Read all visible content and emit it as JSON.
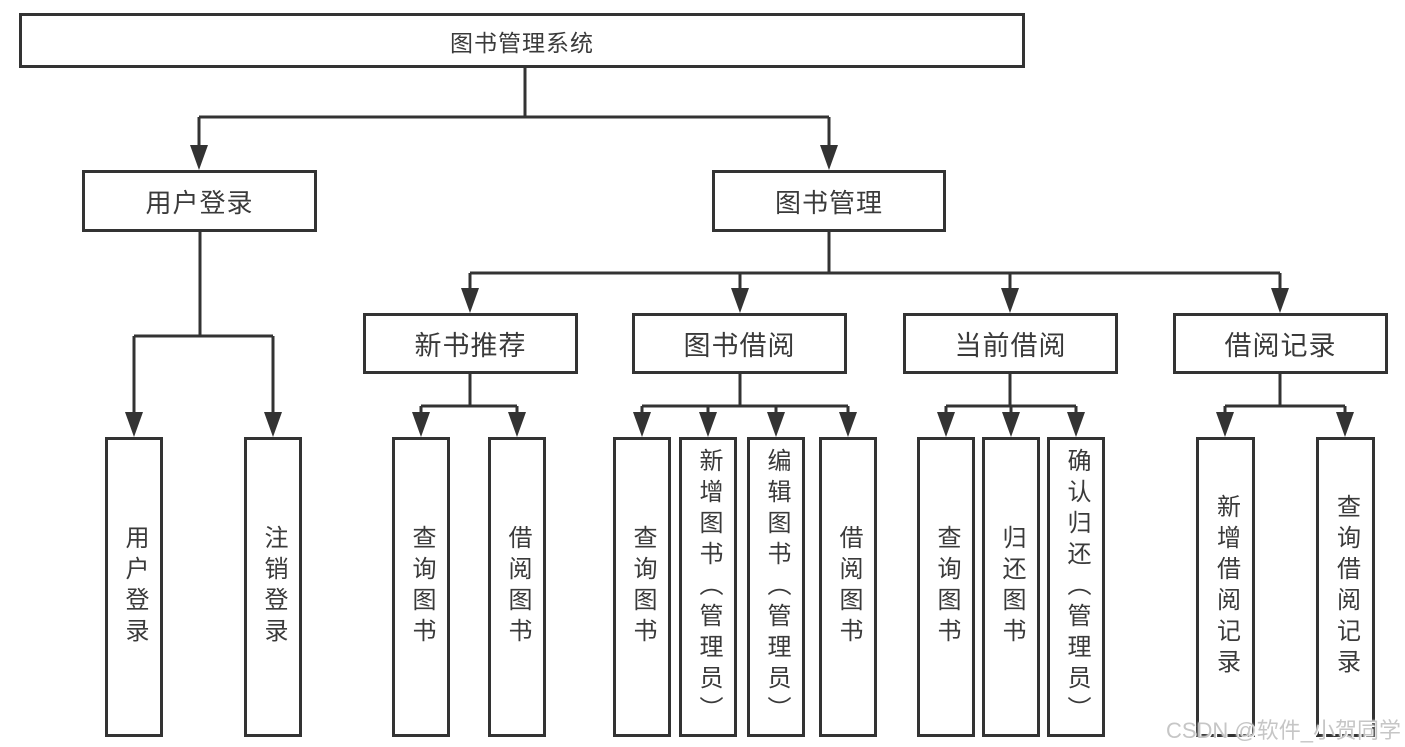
{
  "root": {
    "label": "图书管理系统"
  },
  "level2": [
    {
      "label": "用户登录"
    },
    {
      "label": "图书管理"
    }
  ],
  "level3": [
    {
      "label": "新书推荐",
      "parent": "图书管理"
    },
    {
      "label": "图书借阅",
      "parent": "图书管理"
    },
    {
      "label": "当前借阅",
      "parent": "图书管理"
    },
    {
      "label": "借阅记录",
      "parent": "图书管理"
    }
  ],
  "leaves": [
    {
      "label": "用户登录",
      "parent": "用户登录"
    },
    {
      "label": "注销登录",
      "parent": "用户登录"
    },
    {
      "label": "查询图书",
      "parent": "新书推荐"
    },
    {
      "label": "借阅图书",
      "parent": "新书推荐"
    },
    {
      "label": "查询图书",
      "parent": "图书借阅"
    },
    {
      "label": "新增图书（管理员）",
      "parent": "图书借阅"
    },
    {
      "label": "编辑图书（管理员）",
      "parent": "图书借阅"
    },
    {
      "label": "借阅图书",
      "parent": "图书借阅"
    },
    {
      "label": "查询图书",
      "parent": "当前借阅"
    },
    {
      "label": "归还图书",
      "parent": "当前借阅"
    },
    {
      "label": "确认归还（管理员）",
      "parent": "当前借阅"
    },
    {
      "label": "新增借阅记录",
      "parent": "借阅记录"
    },
    {
      "label": "查询借阅记录",
      "parent": "借阅记录"
    }
  ],
  "watermark": "CSDN @软件_小贺同学",
  "colors": {
    "line": "#333333",
    "text": "#3a3a3a",
    "background": "#ffffff",
    "watermark": "#c6c6c6"
  }
}
